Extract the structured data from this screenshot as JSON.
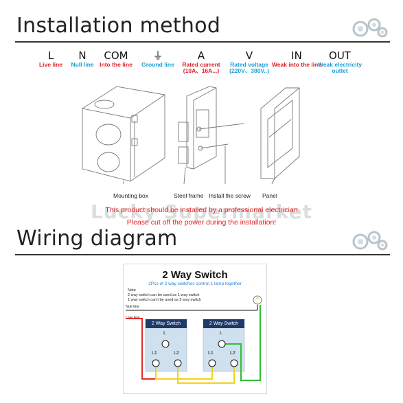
{
  "installation": {
    "title": "Installation method",
    "terminals": [
      {
        "symbol": "L",
        "desc": "Live line",
        "color": "red"
      },
      {
        "symbol": "N",
        "desc": "Null line",
        "color": "blue"
      },
      {
        "symbol": "COM",
        "desc": "Into the line",
        "color": "red"
      },
      {
        "symbol": "⏚",
        "desc": "Ground line",
        "color": "blue"
      },
      {
        "symbol": "A",
        "desc": "Rated current (10A、16A...)",
        "color": "red"
      },
      {
        "symbol": "V",
        "desc": "Rated voltage (220V、380V..)",
        "color": "blue"
      },
      {
        "symbol": "IN",
        "desc": "Weak into the line",
        "color": "red"
      },
      {
        "symbol": "OUT",
        "desc": "Weak electricity outlet",
        "color": "blue"
      }
    ],
    "captions": {
      "mounting_box": "Mounting box",
      "steel_frame": "Steel frame",
      "install_screw": "Install the screw",
      "panel": "Panel"
    },
    "warning_line1": "This product should be installed by a professional electrician",
    "warning_line2": "Please cut off the power during the installation!",
    "watermark": "Lucky Supermarket"
  },
  "wiring": {
    "title": "Wiring diagram",
    "diagram_title": "2 Way Switch",
    "diagram_subtitle": "2Pcs of 2 way switches control 1 lamp together",
    "note_lines": [
      "Note",
      "2 way switch can be used as 1 way switch",
      "1 way switch can't be used as 2 way switch"
    ],
    "null_line_label": "Null line",
    "live_line_label": "Live line",
    "switch_left": {
      "label": "2 Way Switch",
      "term_l": "L",
      "term_l1": "L1",
      "term_l2": "L2"
    },
    "switch_right": {
      "label": "2 Way Switch",
      "term_l": "L",
      "term_l1": "L1",
      "term_l2": "L2"
    }
  },
  "colors": {
    "red_text": "#e0202a",
    "blue_text": "#1a9fd6",
    "switch_header": "#1e3a68",
    "switch_body": "#cfe0ee",
    "wire_red": "#e22b2b",
    "wire_yellow": "#f2d21c",
    "wire_green": "#2fbf3a",
    "wire_black": "#111111"
  }
}
